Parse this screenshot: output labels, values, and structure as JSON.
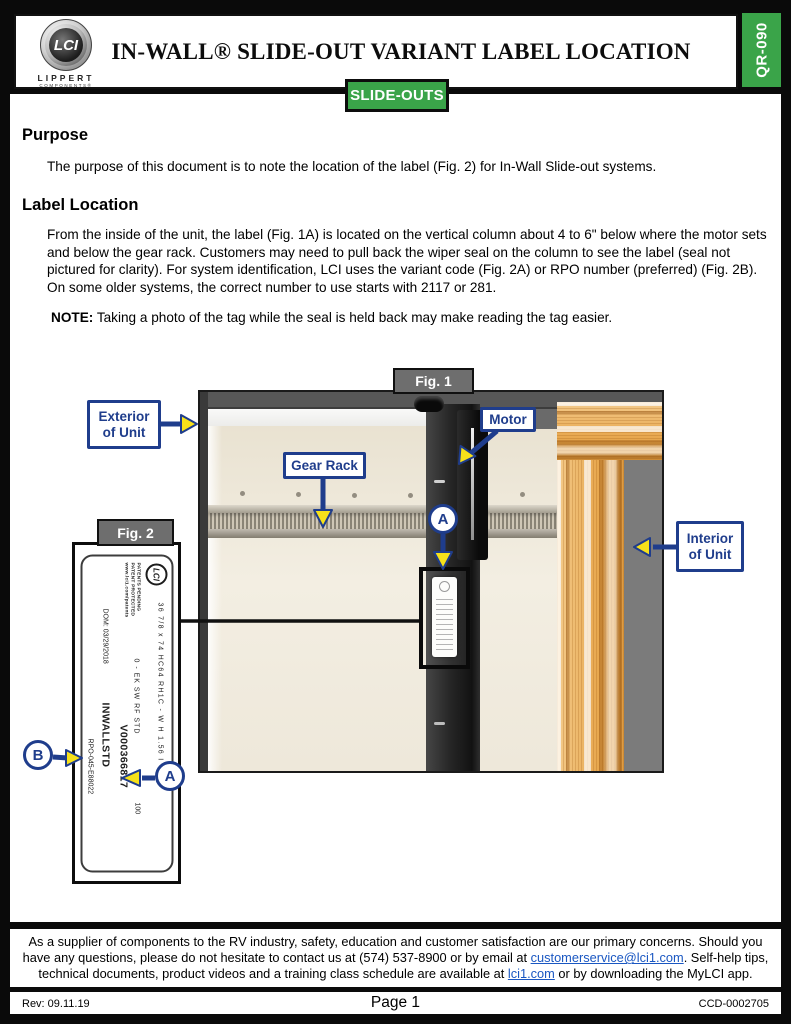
{
  "header": {
    "title": "IN-WALL® SLIDE-OUT VARIANT LABEL LOCATION",
    "doc_code": "QR-090",
    "tab": "SLIDE-OUTS",
    "logo_main": "LCI",
    "logo_sub1": "LIPPERT",
    "logo_sub2": "COMPONENTS®"
  },
  "content": {
    "purpose_heading": "Purpose",
    "purpose_text": "The purpose of this document is to note the location of the label (Fig. 2) for In-Wall Slide-out systems.",
    "location_heading": "Label Location",
    "location_text": "From the inside of the unit, the label (Fig. 1A) is located on the vertical column about 4 to 6\" below where the motor sets and below the gear rack. Customers may need to pull back the wiper seal on the column to see the label (seal not pictured for clarity). For system identification, LCI uses the variant code (Fig. 2A) or RPO number (preferred) (Fig. 2B).  On some older systems, the correct number to use starts with 2117 or 281.",
    "note_label": "NOTE:",
    "note_text": " Taking a photo of the tag while the seal is held back may make reading the tag easier."
  },
  "figure1": {
    "tag": "Fig. 1",
    "exterior_line1": "Exterior",
    "exterior_line2": "of Unit",
    "gear_rack": "Gear Rack",
    "motor": "Motor",
    "interior_line1": "Interior",
    "interior_line2": "of Unit",
    "marker_a": "A"
  },
  "figure2": {
    "tag": "Fig. 2",
    "marker_a": "A",
    "marker_b": "B",
    "label": {
      "logo": "LCI",
      "size_line": "36 7/8 x 74 HC64 RH1C - W H 1.56 I - EK",
      "patents1": "PATENTS PENDING",
      "patents2": "PATENT PROTECTED",
      "patents3": "www.lci1.com/patents",
      "option_line": "0 - EK SW RF STD",
      "qty": "100",
      "variant_code": "V000366817",
      "dom": "DOM: 03/29/2018",
      "model": "INWALLSTD",
      "rpo": "RPO-045-E88022"
    }
  },
  "footer": {
    "support_pre": "As a supplier of components to the RV industry, safety, education and customer satisfaction are our primary concerns. Should you have any questions, please do not hesitate to contact us at (574) 537-8900 or by email at ",
    "support_email": "customerservice@lci1.com",
    "support_mid": ". Self-help tips, technical documents, product videos and a training class schedule are available at ",
    "support_site": "lci1.com",
    "support_post": " or by downloading the MyLCI app.",
    "rev": "Rev: 09.11.19",
    "page": "Page 1",
    "doc_number": "CCD-0002705"
  },
  "colors": {
    "accent_blue": "#1f3d8c",
    "arrow_yellow": "#f7e11a",
    "brand_green": "#3aa449",
    "tag_gray": "#6e6e6e",
    "wood": "#e8a84f",
    "wall_cream": "#efe8d9"
  }
}
